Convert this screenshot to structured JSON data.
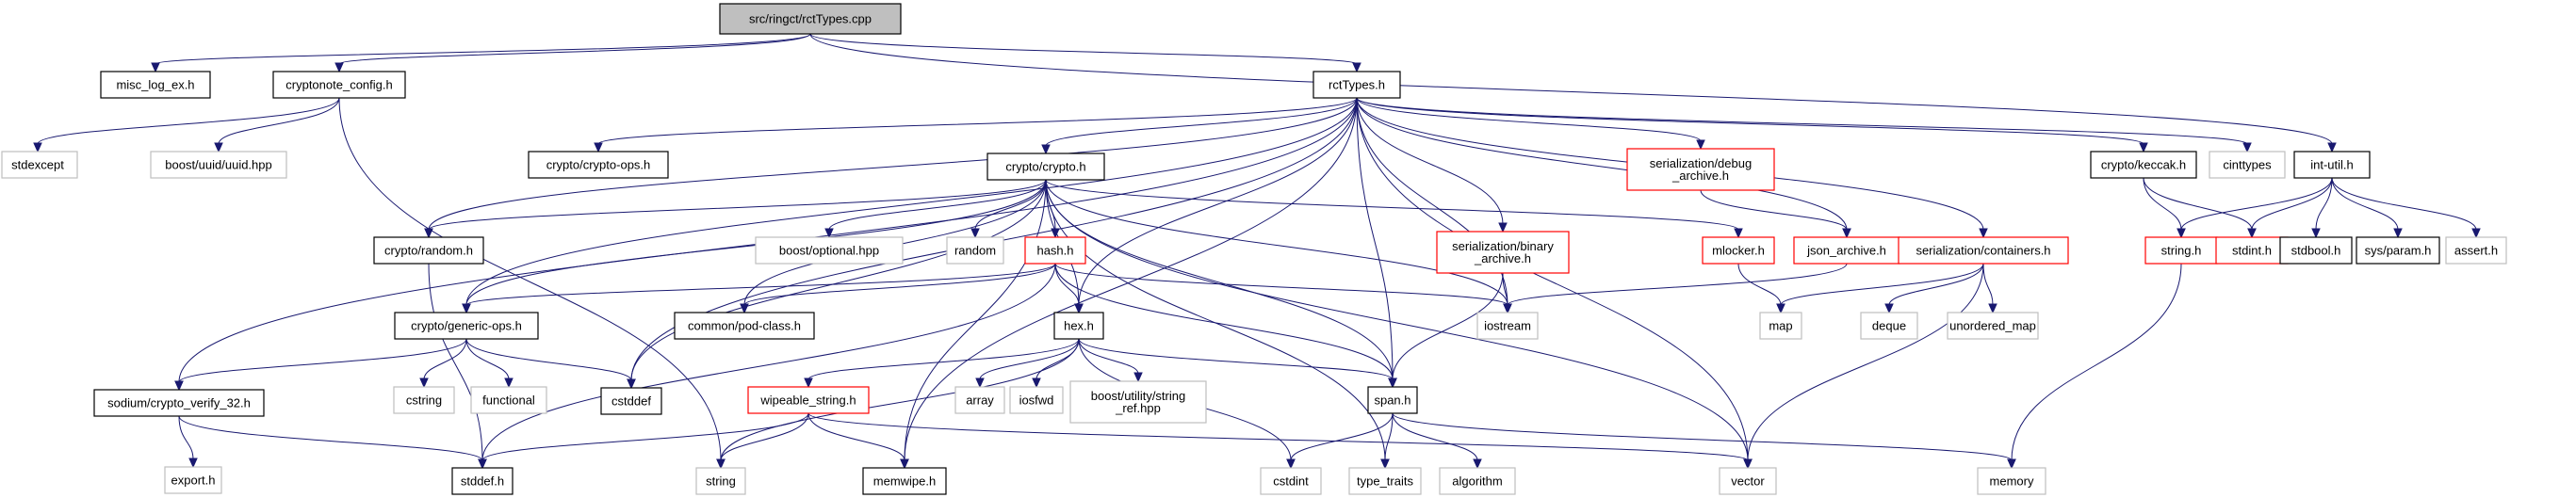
{
  "nodes": [
    {
      "id": "root",
      "label": "src/ringct/rctTypes.cpp",
      "kind": "root"
    },
    {
      "id": "misc_log",
      "label": "misc_log_ex.h",
      "kind": "doc"
    },
    {
      "id": "cn_config",
      "label": "cryptonote_config.h",
      "kind": "doc"
    },
    {
      "id": "rctTypes",
      "label": "rctTypes.h",
      "kind": "doc"
    },
    {
      "id": "int_util",
      "label": "int-util.h",
      "kind": "doc"
    },
    {
      "id": "stdexcept",
      "label": "stdexcept",
      "kind": "sys"
    },
    {
      "id": "uuid",
      "label": "boost/uuid/uuid.hpp",
      "kind": "sys"
    },
    {
      "id": "crypto_ops",
      "label": "crypto/crypto-ops.h",
      "kind": "doc"
    },
    {
      "id": "crypto",
      "label": "crypto/crypto.h",
      "kind": "doc"
    },
    {
      "id": "ser_debug",
      "label": "serialization/debug_archive.h",
      "lines": [
        "serialization/debug",
        "_archive.h"
      ],
      "kind": "red"
    },
    {
      "id": "keccak",
      "label": "crypto/keccak.h",
      "kind": "doc"
    },
    {
      "id": "cinttypes",
      "label": "cinttypes",
      "kind": "sys"
    },
    {
      "id": "random",
      "label": "crypto/random.h",
      "kind": "doc"
    },
    {
      "id": "optional",
      "label": "boost/optional.hpp",
      "kind": "sys"
    },
    {
      "id": "random_std",
      "label": "random",
      "kind": "sys"
    },
    {
      "id": "hash",
      "label": "hash.h",
      "kind": "red"
    },
    {
      "id": "ser_binary",
      "label": "serialization/binary_archive.h",
      "lines": [
        "serialization/binary",
        "_archive.h"
      ],
      "kind": "red"
    },
    {
      "id": "mlocker",
      "label": "mlocker.h",
      "kind": "red"
    },
    {
      "id": "json_archive",
      "label": "json_archive.h",
      "kind": "red"
    },
    {
      "id": "ser_containers",
      "label": "serialization/containers.h",
      "kind": "red"
    },
    {
      "id": "string_h",
      "label": "string.h",
      "kind": "red"
    },
    {
      "id": "stdint",
      "label": "stdint.h",
      "kind": "red"
    },
    {
      "id": "stdbool",
      "label": "stdbool.h",
      "kind": "doc"
    },
    {
      "id": "sysparam",
      "label": "sys/param.h",
      "kind": "doc"
    },
    {
      "id": "assert",
      "label": "assert.h",
      "kind": "sys"
    },
    {
      "id": "generic_ops",
      "label": "crypto/generic-ops.h",
      "kind": "doc"
    },
    {
      "id": "pod_class",
      "label": "common/pod-class.h",
      "kind": "doc"
    },
    {
      "id": "iostream",
      "label": "iostream",
      "kind": "sys"
    },
    {
      "id": "map",
      "label": "map",
      "kind": "sys"
    },
    {
      "id": "deque",
      "label": "deque",
      "kind": "sys"
    },
    {
      "id": "unordered_map",
      "label": "unordered_map",
      "kind": "sys"
    },
    {
      "id": "hex",
      "label": "hex.h",
      "kind": "doc"
    },
    {
      "id": "cstring",
      "label": "cstring",
      "kind": "sys"
    },
    {
      "id": "functional",
      "label": "functional",
      "kind": "sys"
    },
    {
      "id": "cstddef",
      "label": "cstddef",
      "kind": "doc"
    },
    {
      "id": "sodium",
      "label": "sodium/crypto_verify_32.h",
      "kind": "doc"
    },
    {
      "id": "wipeable",
      "label": "wipeable_string.h",
      "kind": "red"
    },
    {
      "id": "array",
      "label": "array",
      "kind": "sys"
    },
    {
      "id": "iosfwd",
      "label": "iosfwd",
      "kind": "sys"
    },
    {
      "id": "string_ref",
      "label": "boost/utility/string_ref.hpp",
      "lines": [
        "boost/utility/string",
        "_ref.hpp"
      ],
      "kind": "sys"
    },
    {
      "id": "span",
      "label": "span.h",
      "kind": "doc"
    },
    {
      "id": "export",
      "label": "export.h",
      "kind": "sys"
    },
    {
      "id": "stddef",
      "label": "stddef.h",
      "kind": "doc"
    },
    {
      "id": "string_std",
      "label": "string",
      "kind": "sys"
    },
    {
      "id": "memwipe",
      "label": "memwipe.h",
      "kind": "doc"
    },
    {
      "id": "cstdint",
      "label": "cstdint",
      "kind": "sys"
    },
    {
      "id": "type_traits",
      "label": "type_traits",
      "kind": "sys"
    },
    {
      "id": "algorithm",
      "label": "algorithm",
      "kind": "sys"
    },
    {
      "id": "vector",
      "label": "vector",
      "kind": "sys"
    },
    {
      "id": "memory",
      "label": "memory",
      "kind": "sys"
    }
  ],
  "edges": [
    [
      "root",
      "misc_log"
    ],
    [
      "root",
      "cn_config"
    ],
    [
      "root",
      "rctTypes"
    ],
    [
      "root",
      "int_util"
    ],
    [
      "cn_config",
      "stdexcept"
    ],
    [
      "cn_config",
      "uuid"
    ],
    [
      "cn_config",
      "string_std"
    ],
    [
      "rctTypes",
      "crypto_ops"
    ],
    [
      "rctTypes",
      "crypto"
    ],
    [
      "rctTypes",
      "ser_debug"
    ],
    [
      "rctTypes",
      "keccak"
    ],
    [
      "rctTypes",
      "cinttypes"
    ],
    [
      "rctTypes",
      "random"
    ],
    [
      "rctTypes",
      "ser_binary"
    ],
    [
      "rctTypes",
      "json_archive"
    ],
    [
      "rctTypes",
      "ser_containers"
    ],
    [
      "rctTypes",
      "generic_ops"
    ],
    [
      "rctTypes",
      "iostream"
    ],
    [
      "rctTypes",
      "hex"
    ],
    [
      "rctTypes",
      "cstddef"
    ],
    [
      "rctTypes",
      "sodium"
    ],
    [
      "rctTypes",
      "span"
    ],
    [
      "rctTypes",
      "memwipe"
    ],
    [
      "rctTypes",
      "vector"
    ],
    [
      "crypto",
      "random"
    ],
    [
      "crypto",
      "optional"
    ],
    [
      "crypto",
      "random_std"
    ],
    [
      "crypto",
      "hash"
    ],
    [
      "crypto",
      "mlocker"
    ],
    [
      "crypto",
      "generic_ops"
    ],
    [
      "crypto",
      "pod_class"
    ],
    [
      "crypto",
      "iostream"
    ],
    [
      "crypto",
      "hex"
    ],
    [
      "crypto",
      "cstddef"
    ],
    [
      "crypto",
      "span"
    ],
    [
      "crypto",
      "memwipe"
    ],
    [
      "crypto",
      "vector"
    ],
    [
      "crypto",
      "type_traits"
    ],
    [
      "ser_debug",
      "json_archive"
    ],
    [
      "keccak",
      "string_h"
    ],
    [
      "keccak",
      "stdint"
    ],
    [
      "int_util",
      "string_h"
    ],
    [
      "int_util",
      "stdint"
    ],
    [
      "int_util",
      "stdbool"
    ],
    [
      "int_util",
      "sysparam"
    ],
    [
      "int_util",
      "assert"
    ],
    [
      "random",
      "stddef"
    ],
    [
      "hash",
      "generic_ops"
    ],
    [
      "hash",
      "pod_class"
    ],
    [
      "hash",
      "iostream"
    ],
    [
      "hash",
      "hex"
    ],
    [
      "hash",
      "span"
    ],
    [
      "hash",
      "stddef"
    ],
    [
      "ser_binary",
      "iostream"
    ],
    [
      "ser_binary",
      "span"
    ],
    [
      "mlocker",
      "map"
    ],
    [
      "json_archive",
      "iostream"
    ],
    [
      "ser_containers",
      "map"
    ],
    [
      "ser_containers",
      "deque"
    ],
    [
      "ser_containers",
      "unordered_map"
    ],
    [
      "ser_containers",
      "vector"
    ],
    [
      "string_h",
      "memory"
    ],
    [
      "generic_ops",
      "cstring"
    ],
    [
      "generic_ops",
      "functional"
    ],
    [
      "generic_ops",
      "cstddef"
    ],
    [
      "generic_ops",
      "sodium"
    ],
    [
      "hex",
      "wipeable"
    ],
    [
      "hex",
      "array"
    ],
    [
      "hex",
      "iosfwd"
    ],
    [
      "hex",
      "string_ref"
    ],
    [
      "hex",
      "span"
    ],
    [
      "hex",
      "string_std"
    ],
    [
      "hex",
      "cstdint"
    ],
    [
      "sodium",
      "export"
    ],
    [
      "sodium",
      "stddef"
    ],
    [
      "wipeable",
      "stddef"
    ],
    [
      "wipeable",
      "string_std"
    ],
    [
      "wipeable",
      "memwipe"
    ],
    [
      "wipeable",
      "vector"
    ],
    [
      "span",
      "cstdint"
    ],
    [
      "span",
      "type_traits"
    ],
    [
      "span",
      "algorithm"
    ],
    [
      "span",
      "memory"
    ]
  ]
}
